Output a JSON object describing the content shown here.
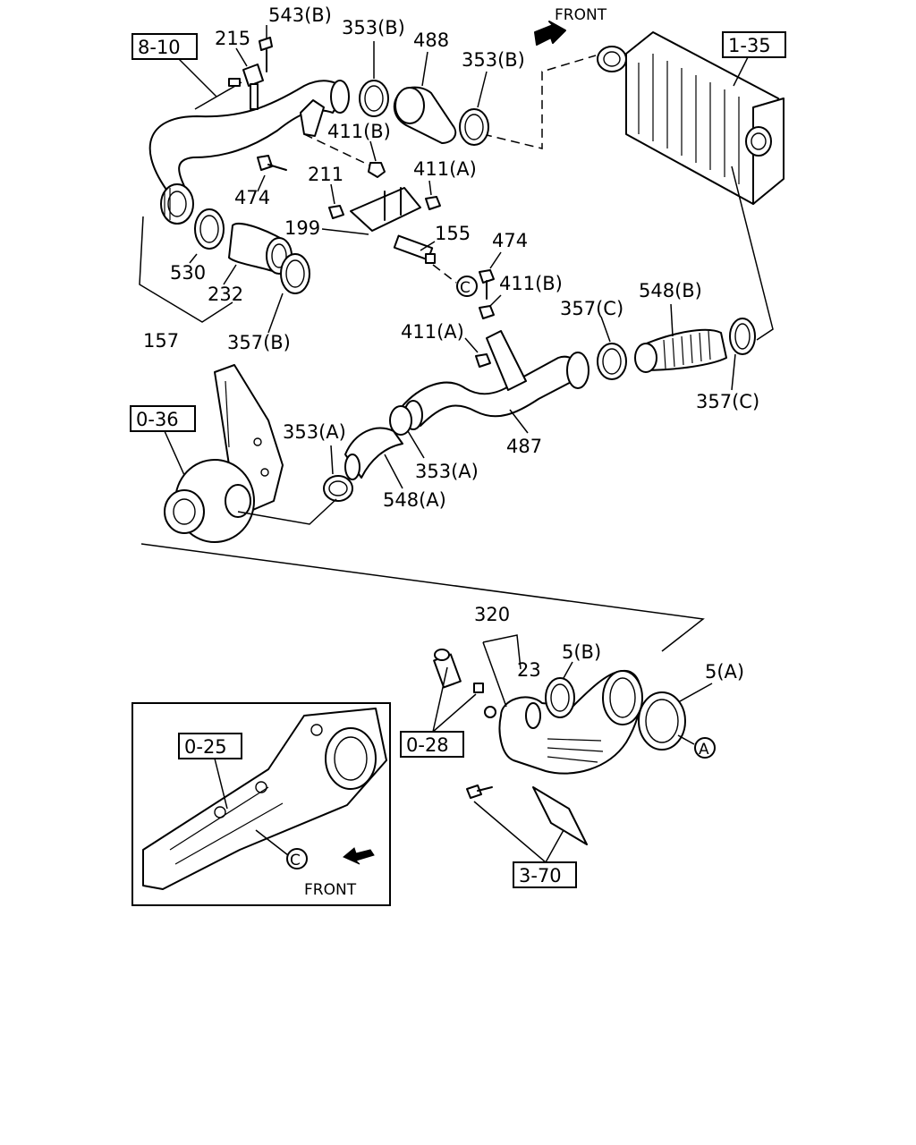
{
  "front_labels": {
    "top": "FRONT",
    "inset": "FRONT"
  },
  "ref_boxes": {
    "r8_10": "8-10",
    "r1_35": "1-35",
    "r0_36": "0-36",
    "r0_25": "0-25",
    "r0_28": "0-28",
    "r3_70": "3-70"
  },
  "callouts": {
    "a": "A",
    "c1": "C",
    "c2": "C"
  },
  "parts": {
    "p543b": "543(B)",
    "p215": "215",
    "p353b_1": "353(B)",
    "p488": "488",
    "p353b_2": "353(B)",
    "p411b_1": "411(B)",
    "p211": "211",
    "p411a_1": "411(A)",
    "p474_1": "474",
    "p199": "199",
    "p155": "155",
    "p474_2": "474",
    "p411b_2": "411(B)",
    "p548b": "548(B)",
    "p357c_1": "357(C)",
    "p530": "530",
    "p232": "232",
    "p157": "157",
    "p357b": "357(B)",
    "p411a_2": "411(A)",
    "p357c_2": "357(C)",
    "p353a_1": "353(A)",
    "p487": "487",
    "p353a_2": "353(A)",
    "p548a": "548(A)",
    "p320": "320",
    "p23": "23",
    "p5b": "5(B)",
    "p5a": "5(A)"
  }
}
